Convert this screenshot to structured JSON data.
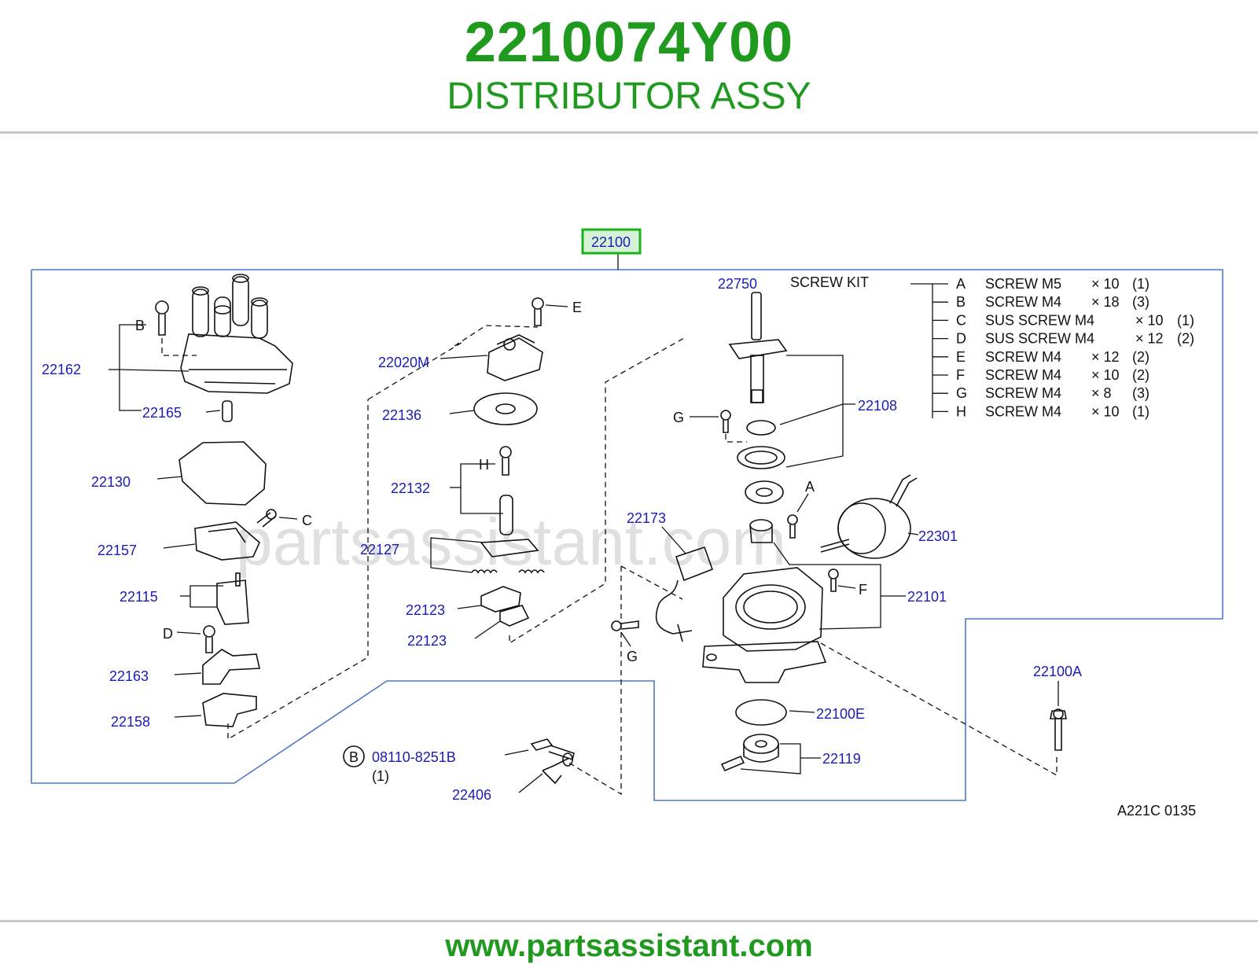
{
  "header": {
    "part_number": "2210074Y00",
    "part_name": "DISTRIBUTOR ASSY"
  },
  "footer": {
    "url": "www.partsassistant.com"
  },
  "diagram": {
    "watermark": "partsassistant.com",
    "assembly_label": "22100",
    "screw_kit": {
      "part": "22750",
      "title": "SCREW KIT",
      "items": [
        {
          "key": "A",
          "desc": "SCREW  M5",
          "size": "× 10",
          "qty": "(1)"
        },
        {
          "key": "B",
          "desc": "SCREW  M4",
          "size": "× 18",
          "qty": "(3)"
        },
        {
          "key": "C",
          "desc": "SUS  SCREW  M4",
          "size": "× 10",
          "qty": "(1)"
        },
        {
          "key": "D",
          "desc": "SUS  SCREW  M4",
          "size": "× 12",
          "qty": "(2)"
        },
        {
          "key": "E",
          "desc": "SCREW  M4",
          "size": "× 12",
          "qty": "(2)"
        },
        {
          "key": "F",
          "desc": "SCREW  M4",
          "size": "× 10",
          "qty": "(2)"
        },
        {
          "key": "G",
          "desc": "SCREW  M4",
          "size": "×  8",
          "qty": "(3)"
        },
        {
          "key": "H",
          "desc": "SCREW  M4",
          "size": "× 10",
          "qty": "(1)"
        }
      ]
    },
    "parts": {
      "p22162": "22162",
      "p22165": "22165",
      "p22130": "22130",
      "p22157": "22157",
      "p22115": "22115",
      "p22163": "22163",
      "p22158": "22158",
      "p22020M": "22020M",
      "p22136": "22136",
      "p22132": "22132",
      "p22127": "22127",
      "p22123a": "22123",
      "p22123b": "22123",
      "p22108": "22108",
      "p22173": "22173",
      "p22301": "22301",
      "p22101": "22101",
      "p22100E": "22100E",
      "p22119": "22119",
      "p22100A": "22100A",
      "p22406": "22406",
      "p08110": "08110-8251B",
      "p08110qty": "(1)"
    },
    "screw_letters": {
      "B": "B",
      "C": "C",
      "D": "D",
      "E": "E",
      "H": "H",
      "G1": "G",
      "G2": "G",
      "A": "A",
      "F": "F",
      "circB": "B"
    },
    "figure_code": "A221C   0135"
  }
}
